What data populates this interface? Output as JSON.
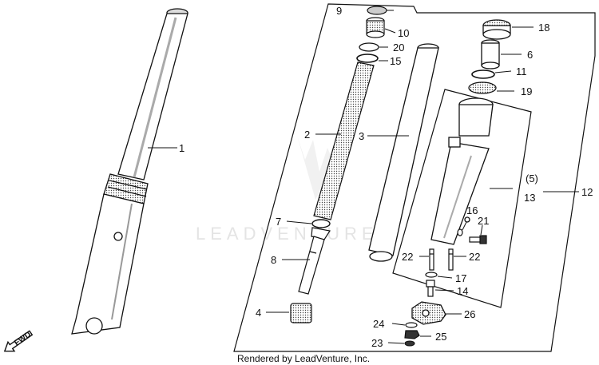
{
  "watermark": {
    "text": "LEADVENTURE"
  },
  "credit": {
    "text": "Rendered by LeadVenture, Inc."
  },
  "fwd": {
    "label": "FWD"
  },
  "callouts": {
    "c1": "1",
    "c2": "2",
    "c3": "3",
    "c4": "4",
    "c5": "(5)",
    "c6": "6",
    "c7": "7",
    "c8": "8",
    "c9": "9",
    "c10": "10",
    "c11": "11",
    "c12": "12",
    "c13": "13",
    "c14": "14",
    "c15": "15",
    "c16": "16",
    "c17": "17",
    "c18": "18",
    "c19": "19",
    "c20": "20",
    "c21": "21",
    "c22a": "22",
    "c22b": "22",
    "c23": "23",
    "c24": "24",
    "c25": "25",
    "c26": "26"
  }
}
